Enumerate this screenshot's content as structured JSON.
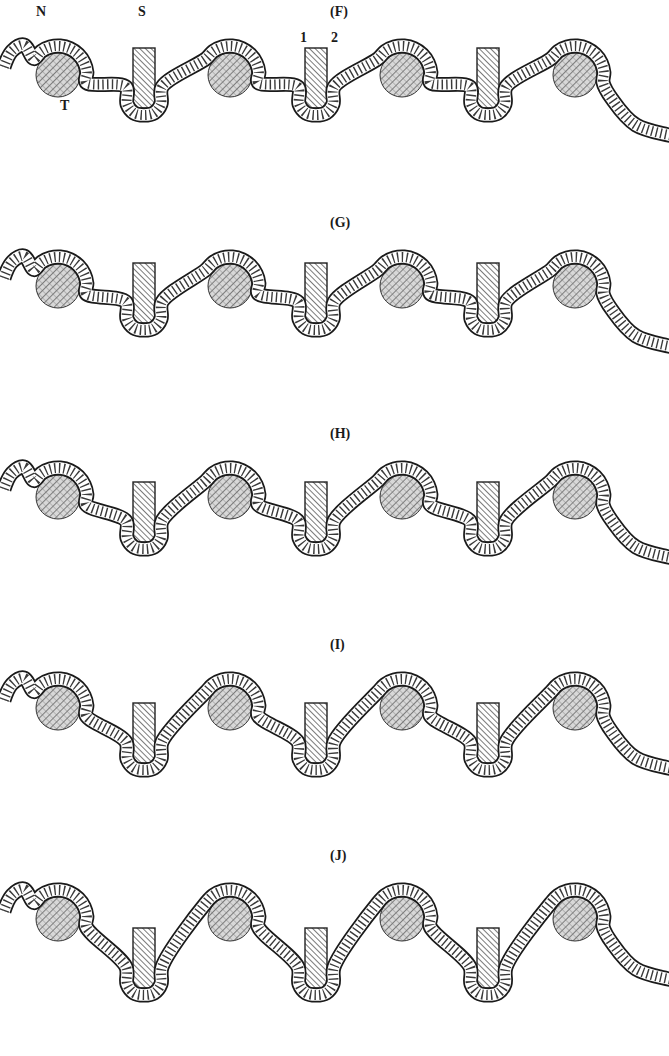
{
  "diagram": {
    "labels": [
      "(F)",
      "N",
      "S",
      "1",
      "2",
      "T",
      "(G)",
      "(H)",
      "(I)",
      "(J)"
    ]
  }
}
